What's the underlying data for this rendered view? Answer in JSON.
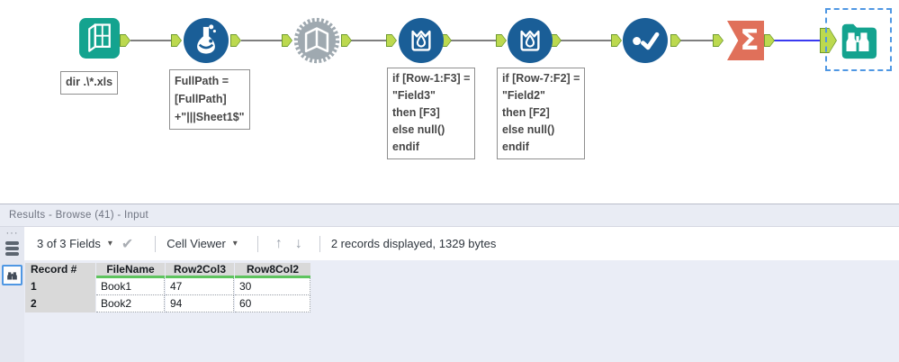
{
  "canvas": {
    "tools": [
      {
        "name": "Directory",
        "icon": "directory-icon"
      },
      {
        "name": "Formula",
        "icon": "formula-flask-icon"
      },
      {
        "name": "Dynamic Input",
        "icon": "dynamic-input-gear-book-icon"
      },
      {
        "name": "Multi-Row Formula",
        "icon": "multi-row-formula-icon"
      },
      {
        "name": "Multi-Row Formula",
        "icon": "multi-row-formula-icon"
      },
      {
        "name": "Select",
        "icon": "select-check-icon"
      },
      {
        "name": "Summarize",
        "icon": "sigma-icon"
      },
      {
        "name": "Browse",
        "icon": "binoculars-icon",
        "selected": true
      }
    ],
    "annotations": [
      {
        "lines": [
          "dir .\\*.xls"
        ]
      },
      {
        "lines": [
          "FullPath =",
          "[FullPath]",
          "+\"|||Sheet1$\""
        ]
      },
      {
        "lines": [
          "if [Row-1:F3] =",
          "\"Field3\"",
          "then [F3]",
          "else null()",
          "endif"
        ]
      },
      {
        "lines": [
          "if [Row-7:F2] =",
          "\"Field2\"",
          "then [F2]",
          "else null()",
          "endif"
        ]
      }
    ]
  },
  "results": {
    "header_title": "Results - Browse (41) - Input",
    "toolbar": {
      "fields_label": "3 of 3 Fields",
      "cell_viewer_label": "Cell Viewer",
      "status": "2 records displayed, 1329 bytes"
    },
    "table": {
      "columns": [
        "Record #",
        "FileName",
        "Row2Col3",
        "Row8Col2"
      ],
      "rows": [
        [
          "1",
          "Book1",
          "47",
          "30"
        ],
        [
          "2",
          "Book2",
          "94",
          "60"
        ]
      ]
    }
  },
  "icons": {
    "sigma": "Σ",
    "caret": "▾",
    "check": "✔",
    "arrow_up": "↑",
    "arrow_down": "↓",
    "dots": "···"
  },
  "colors": {
    "teal": "#14a38f",
    "tool_blue": "#1a5e97",
    "gear_gray": "#9fa9b0",
    "anchor_lime": "#bcd94f",
    "summarize_salmon": "#e0705a",
    "wire_gray": "#7f7f7f",
    "wire_selected_blue": "#3a3af0",
    "selection_dash_blue": "#4f97e3",
    "quality_green": "#5ec45e",
    "header_gray": "#d9d9d9",
    "pane_bg": "#eaedf6"
  }
}
